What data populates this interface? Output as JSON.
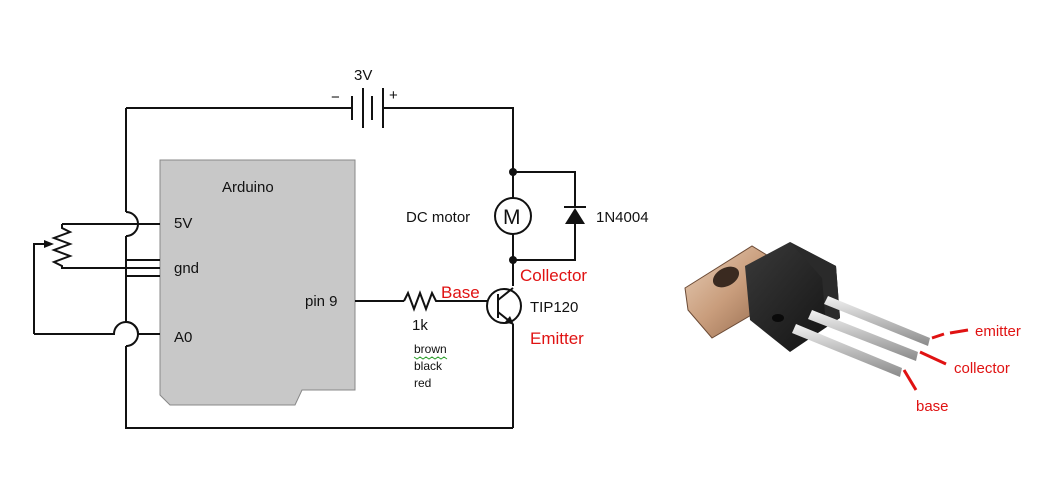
{
  "schematic": {
    "battery": {
      "voltage": "3V",
      "minus": "−",
      "plus": "+"
    },
    "arduino": {
      "title": "Arduino",
      "pin_5v": "5V",
      "pin_gnd": "gnd",
      "pin_a0": "A0",
      "pin_9": "pin 9"
    },
    "motor": {
      "label": "DC motor",
      "symbol": "M"
    },
    "diode": {
      "label": "1N4004"
    },
    "transistor": {
      "label": "TIP120",
      "base": "Base",
      "collector": "Collector",
      "emitter": "Emitter"
    },
    "resistor": {
      "value": "1k",
      "band1": "brown",
      "band2": "black",
      "band3": "red"
    }
  },
  "photo": {
    "emitter": "emitter",
    "collector": "collector",
    "base": "base"
  },
  "colors": {
    "annotation": "#e01212",
    "arduino_body": "#c8c8c8",
    "wire": "#111111"
  }
}
